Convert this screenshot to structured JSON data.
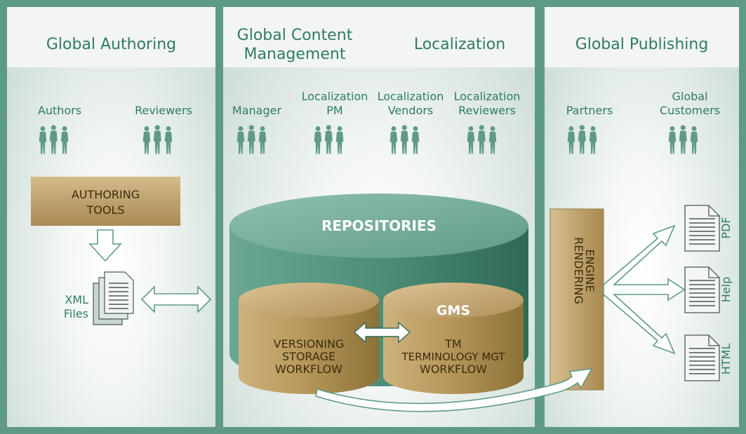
{
  "columns": {
    "authoring": {
      "title": "Global Authoring"
    },
    "content_management": {
      "title_line1": "Global Content",
      "title_line2": "Management"
    },
    "localization": {
      "title": "Localization"
    },
    "publishing": {
      "title": "Global Publishing"
    }
  },
  "roles": {
    "authors": "Authors",
    "reviewers": "Reviewers",
    "manager": "Manager",
    "loc_pm_1": "Localization",
    "loc_pm_2": "PM",
    "loc_vendors_1": "Localization",
    "loc_vendors_2": "Vendors",
    "loc_reviewers_1": "Localization",
    "loc_reviewers_2": "Reviewers",
    "partners": "Partners",
    "customers_1": "Global",
    "customers_2": "Customers"
  },
  "authoring_tools": {
    "line1": "AUTHORING",
    "line2": "TOOLS"
  },
  "xml_files": {
    "line1": "XML",
    "line2": "Files"
  },
  "repositories": {
    "title": "REPOSITORIES"
  },
  "versioning_cylinder": {
    "line1": "VERSIONING",
    "line2": "STORAGE",
    "line3": "WORKFLOW"
  },
  "gms_cylinder": {
    "title": "GMS",
    "line1": "TM",
    "line2": "TERMINOLOGY MGT",
    "line3": "WORKFLOW"
  },
  "rendering_engine": {
    "line1": "RENDERING",
    "line2": "ENGINE"
  },
  "outputs": [
    "PDF",
    "Help",
    "HTML"
  ],
  "colors": {
    "frame": "#5f9a86",
    "teal_text": "#2f7a66",
    "people": "#5f9a86",
    "tan": "#b89a5e",
    "repository": "#5a9a86"
  }
}
